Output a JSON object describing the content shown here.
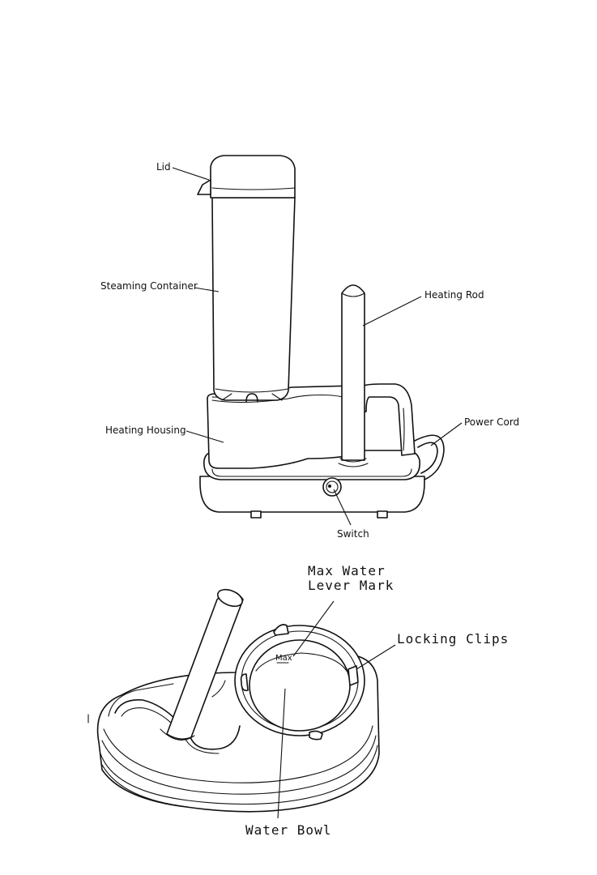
{
  "top_figure": {
    "labels": {
      "lid": "Lid",
      "steaming_container": "Steaming Container",
      "heating_rod": "Heating Rod",
      "heating_housing": "Heating Housing",
      "power_cord": "Power Cord",
      "switch": "Switch"
    }
  },
  "bottom_figure": {
    "labels": {
      "max_water_line1": "Max Water",
      "max_water_line2": "Lever Mark",
      "max_mark": "Max",
      "locking_clips": "Locking Clips",
      "water_bowl": "Water Bowl"
    }
  }
}
